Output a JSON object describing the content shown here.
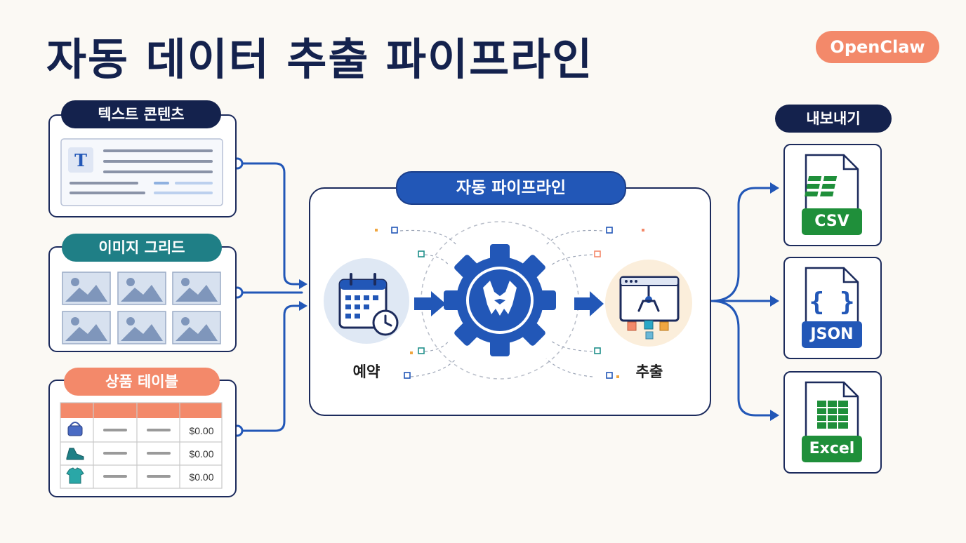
{
  "title": "자동 데이터 추출 파이프라인",
  "brand": "OpenClaw",
  "sources": {
    "text": {
      "label": "텍스트 콘텐츠",
      "icon": "text-document-icon",
      "glyph": "T"
    },
    "images": {
      "label": "이미지 그리드",
      "icon": "image-placeholder-icon"
    },
    "table": {
      "label": "상품 테이블",
      "rows": [
        {
          "icon": "handbag-icon",
          "price": "$0.00"
        },
        {
          "icon": "shoe-icon",
          "price": "$0.00"
        },
        {
          "icon": "tshirt-icon",
          "price": "$0.00"
        }
      ]
    }
  },
  "pipeline": {
    "label": "자동 파이프라인",
    "schedule_label": "예약",
    "extract_label": "추출",
    "schedule_icon": "calendar-clock-icon",
    "engine_icon": "gear-claw-icon",
    "extract_icon": "browser-claw-icon"
  },
  "export": {
    "label": "내보내기",
    "formats": [
      {
        "name": "CSV",
        "icon": "csv-file-icon",
        "color": "#1f8f3a"
      },
      {
        "name": "JSON",
        "icon": "json-file-icon",
        "color": "#2257b7"
      },
      {
        "name": "Excel",
        "icon": "excel-file-icon",
        "color": "#1f8f3a"
      }
    ]
  },
  "colors": {
    "navy": "#14224d",
    "blue": "#2257b7",
    "teal": "#1f7f86",
    "coral": "#f3896a",
    "green": "#1f8f3a",
    "background": "#fbf9f4"
  }
}
